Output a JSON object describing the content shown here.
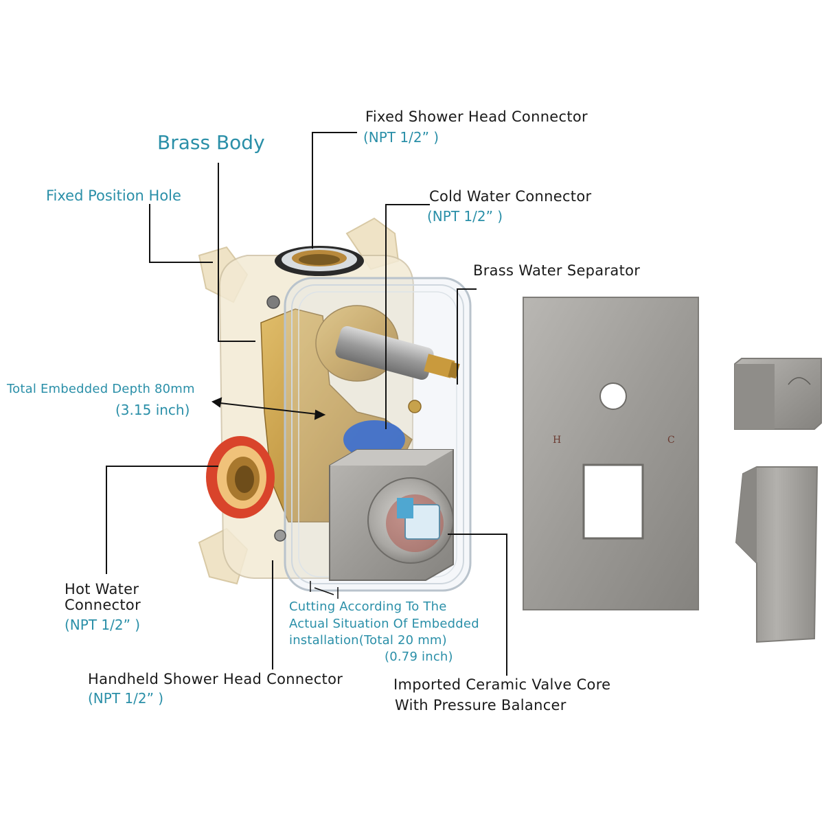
{
  "labels": {
    "brass_body": "Brass Body",
    "fixed_position_hole": "Fixed Position Hole",
    "fixed_shower_head": {
      "title": "Fixed Shower Head Connector",
      "spec": "(NPT 1/2” )"
    },
    "cold_water": {
      "title": "Cold Water Connector",
      "spec": "(NPT 1/2” )"
    },
    "brass_water_separator": "Brass Water Separator",
    "embedded_depth": {
      "title": "Total Embedded Depth 80mm",
      "spec": "(3.15 inch)"
    },
    "hot_water": {
      "line1": "Hot Water",
      "line2": "Connector",
      "spec": "(NPT 1/2” )"
    },
    "cutting": {
      "line1": "Cutting According To The",
      "line2": "Actual Situation Of Embedded",
      "line3": "installation(Total 20 mm)",
      "line4": "(0.79 inch)"
    },
    "handheld_shower_head": {
      "title": "Handheld Shower Head Connector",
      "spec": "(NPT 1/2” )"
    },
    "valve_core": {
      "line1": "Imported Ceramic Valve Core",
      "line2": "With Pressure Balancer"
    }
  },
  "plate_marks": {
    "hot": "H",
    "cold": "C"
  },
  "colors": {
    "label_teal": "#2a8fa8",
    "label_dark": "#1a1a1a",
    "brushed_nickel": "#9e9c98",
    "brass": "#c9a04a",
    "hot_ring": "#d9442b",
    "mount_plastic": "#f1e6cc"
  }
}
